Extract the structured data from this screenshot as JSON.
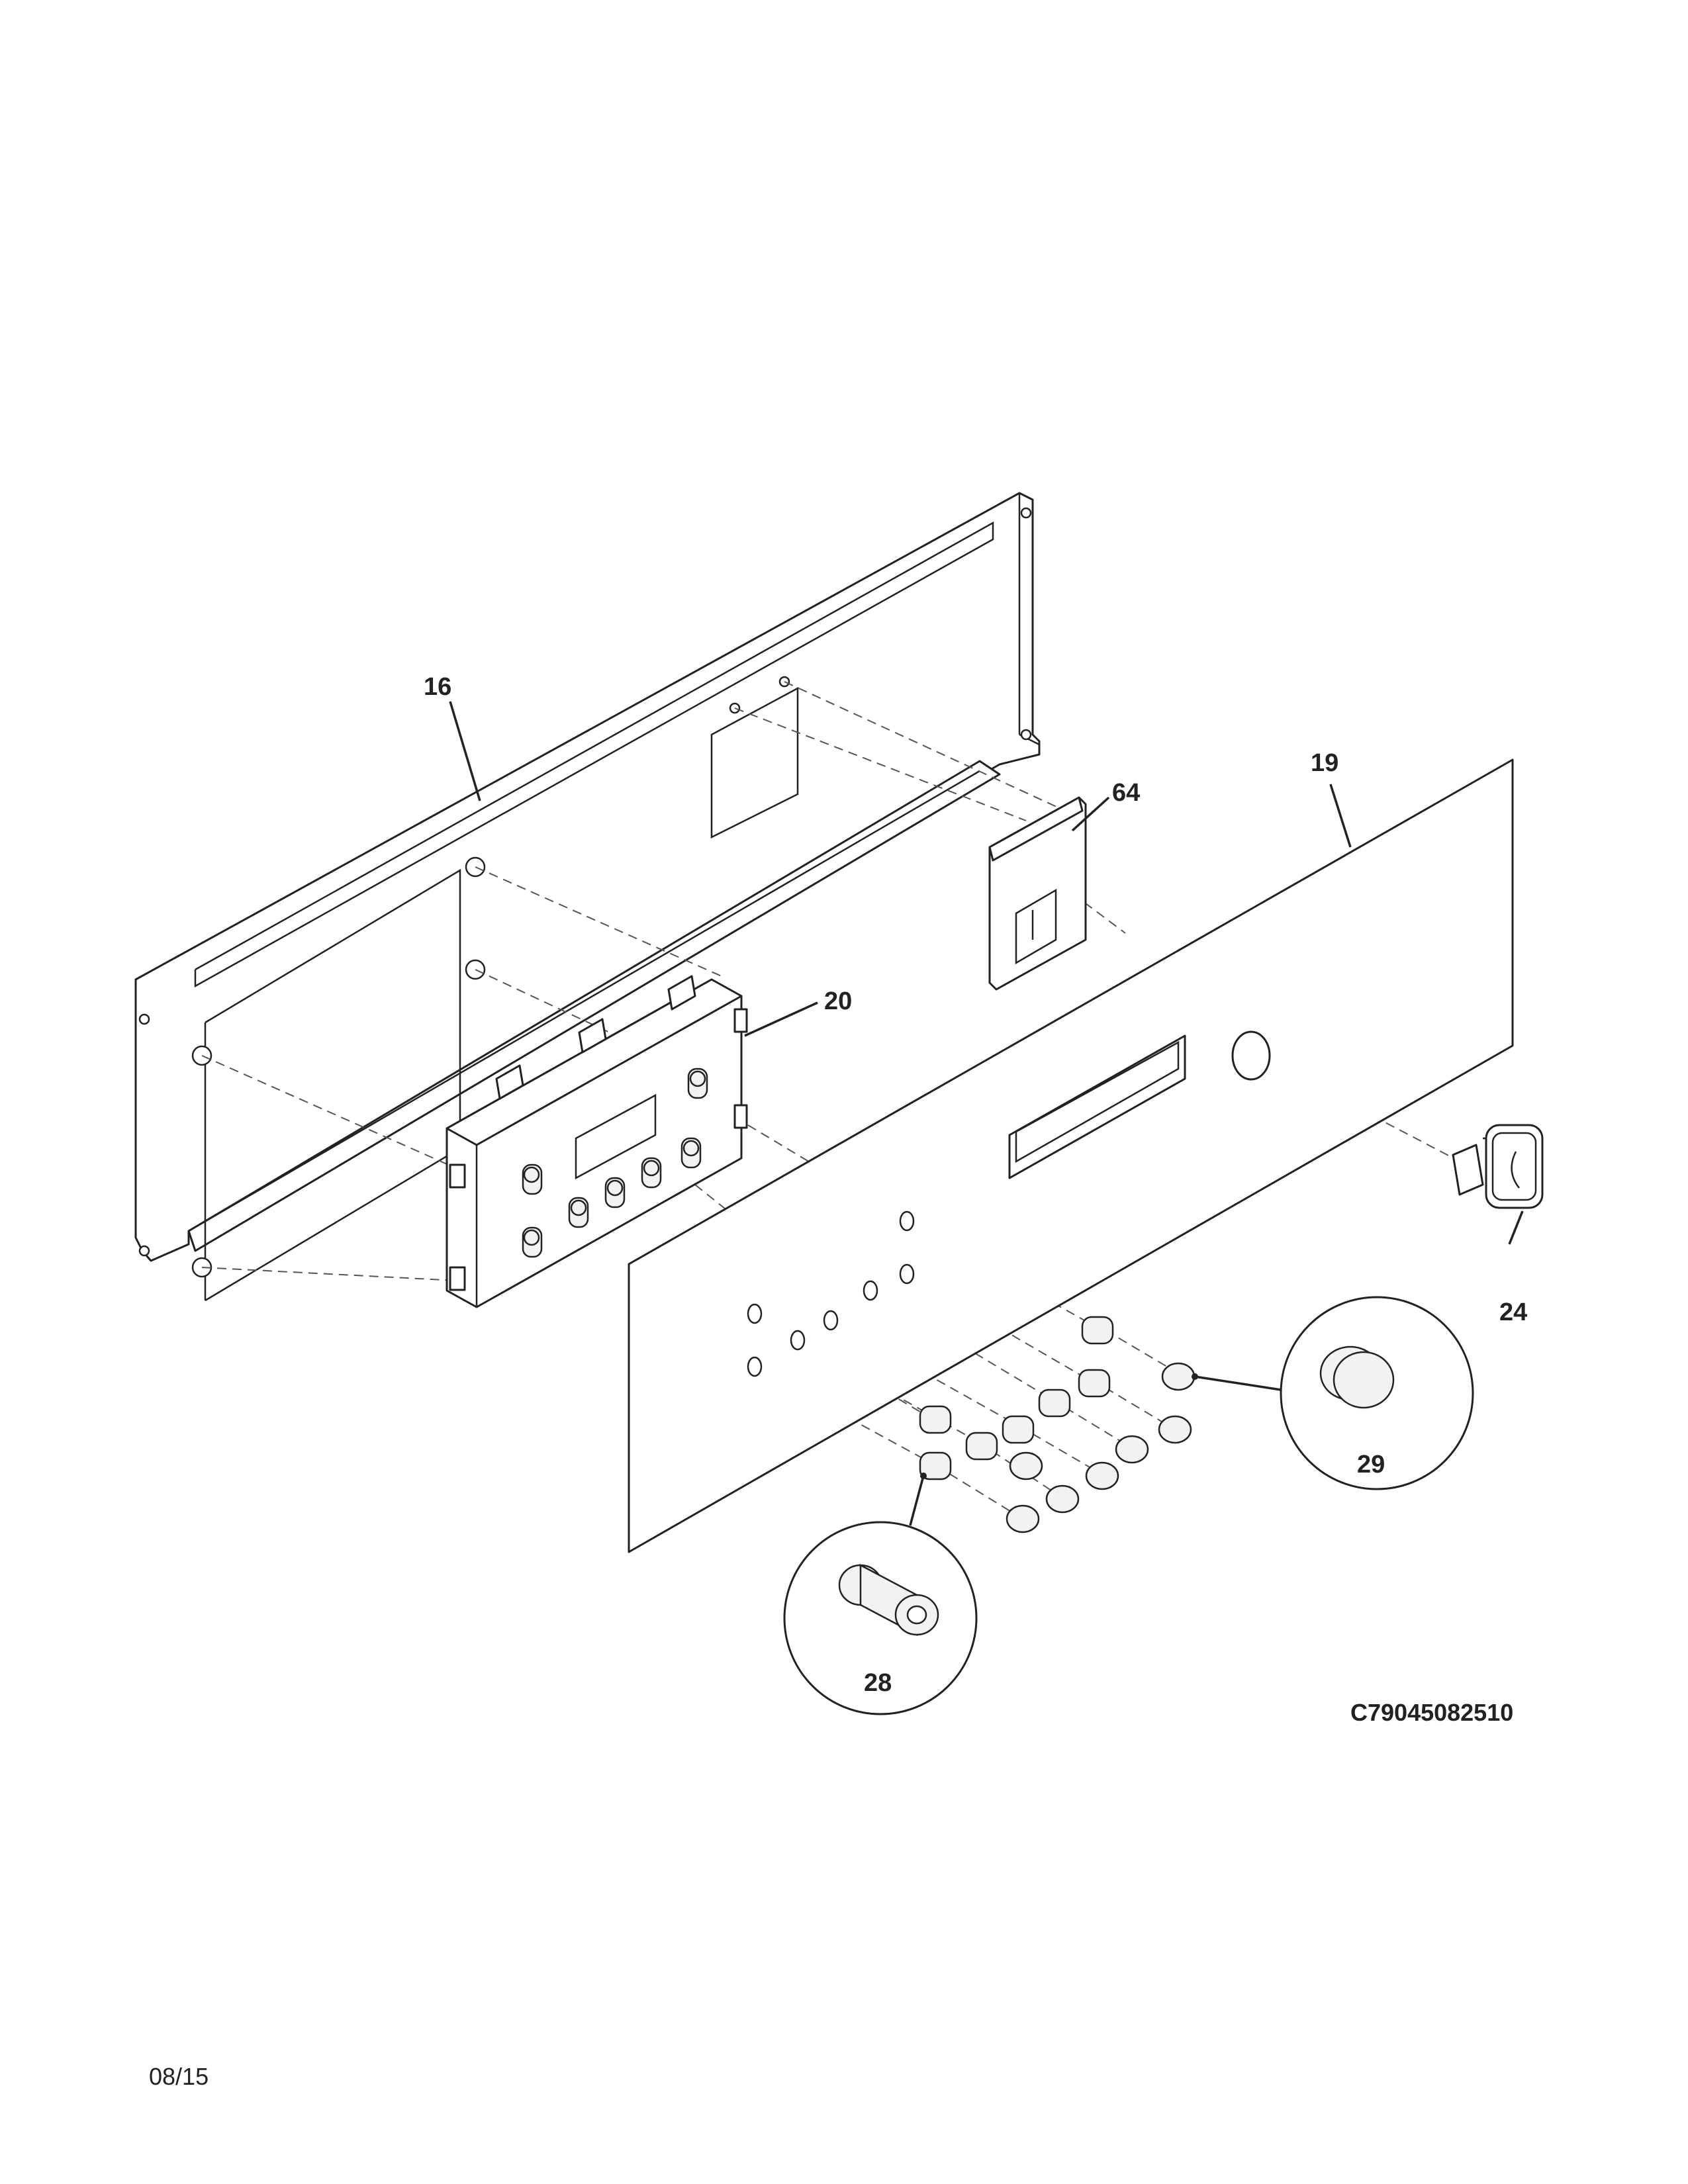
{
  "callouts": {
    "c16": "16",
    "c19": "19",
    "c20": "20",
    "c24": "24",
    "c28": "28",
    "c29": "29",
    "c64": "64"
  },
  "drawing_code": "C79045082510",
  "date_code": "08/15",
  "colors": {
    "line": "#222222",
    "dash": "#555555",
    "paper": "#ffffff"
  }
}
